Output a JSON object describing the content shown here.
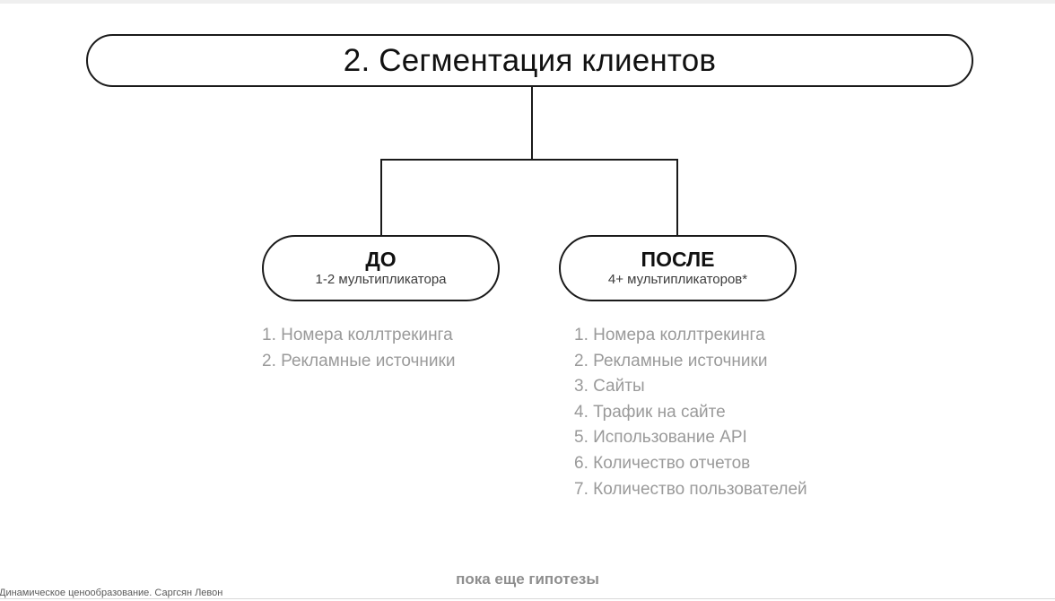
{
  "slide": {
    "title": "2. Сегментация клиентов",
    "accent_color": "#1a1a1a",
    "list_text_color": "#9a9a9a",
    "footer_color": "#8e8e8e"
  },
  "branches": [
    {
      "id": "before",
      "title": "ДО",
      "subtitle": "1-2 мультипликатора",
      "items": [
        "1. Номера коллтрекинга",
        "2. Рекламные источники"
      ]
    },
    {
      "id": "after",
      "title": "ПОСЛЕ",
      "subtitle": "4+ мультипликаторов*",
      "items": [
        "1. Номера коллтрекинга",
        "2. Рекламные источники",
        "3. Сайты",
        "4. Трафик на сайте",
        "5. Использование API",
        "6. Количество отчетов",
        "7. Количество пользователей"
      ]
    }
  ],
  "footer": {
    "note": "пока еще гипотезы",
    "credit": "Динамическое ценообразование. Саргсян Левон"
  }
}
